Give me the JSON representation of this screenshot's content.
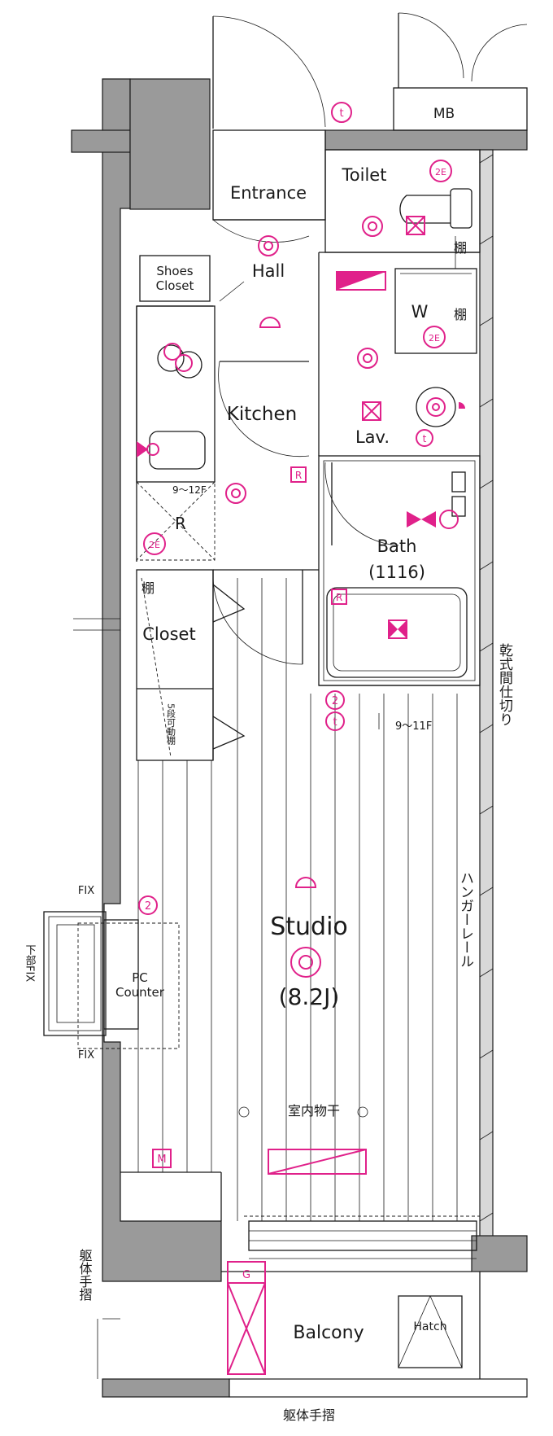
{
  "rooms": {
    "entrance": "Entrance",
    "toilet": "Toilet",
    "mb": "MB",
    "hall": "Hall",
    "shoes_closet_line1": "Shoes",
    "shoes_closet_line2": "Closet",
    "w": "W",
    "tana": "棚",
    "kitchen": "Kitchen",
    "lav": "Lav.",
    "bath": "Bath",
    "bath_size": "(1116)",
    "closet": "Closet",
    "studio": "Studio",
    "studio_size": "(8.2J)",
    "pc_counter_line1": "PC",
    "pc_counter_line2": "Counter",
    "balcony": "Balcony",
    "hatch": "Hatch"
  },
  "labels": {
    "fix_top": "FIX",
    "fix_bottom": "FIX",
    "lower_fix": "下部FIX",
    "kanshiki_partition": "乾式間仕切り",
    "hanger_rail": "ハンガーレール",
    "indoor_drying": "室内物干",
    "railing_left": "躯体手摺",
    "railing_bottom": "躯体手摺",
    "movable_shelf": "5段可動棚",
    "ceiling_kitchen": "9～12F",
    "ceiling_studio": "9～11F",
    "r": "R"
  },
  "symbols": {
    "t": "t",
    "two_e": "2E",
    "two": "2",
    "r": "R",
    "m": "M",
    "g": "G"
  },
  "colors": {
    "equipment": "#e0218a",
    "wall": "#9a9a9a",
    "line": "#1a1a1a"
  }
}
